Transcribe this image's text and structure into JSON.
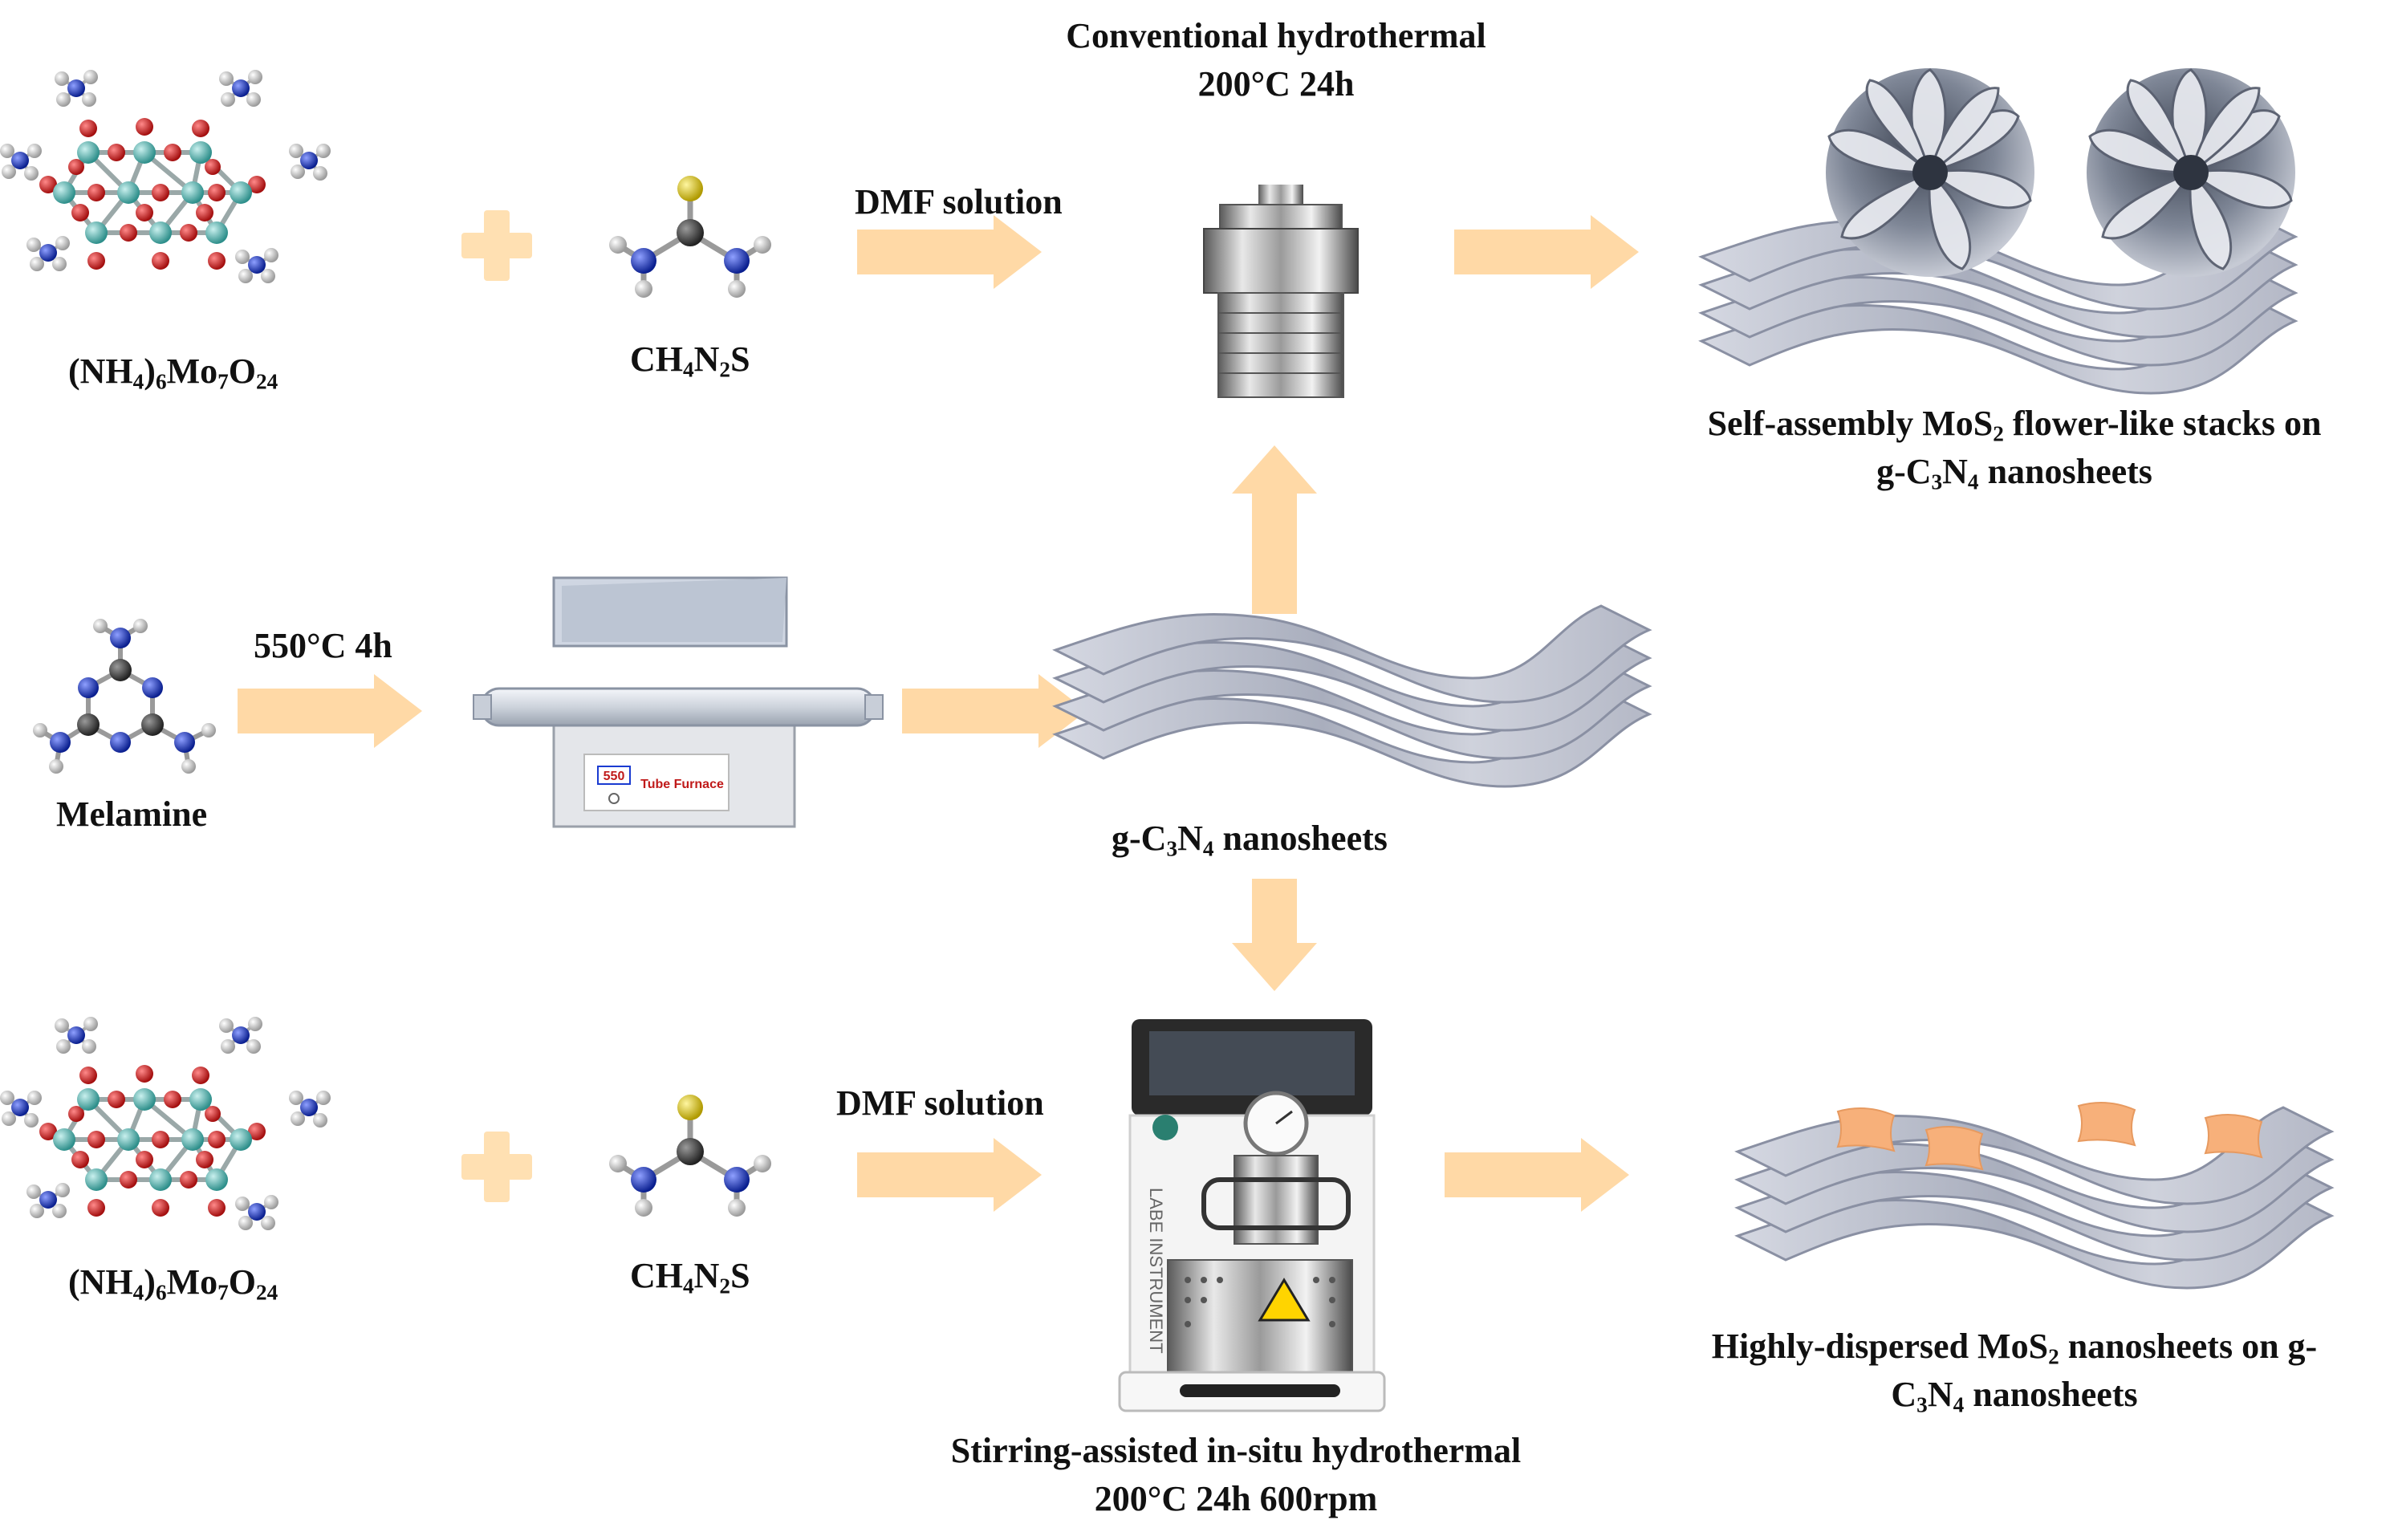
{
  "labels": {
    "hydrothermal_title_line1": "Conventional hydrothermal",
    "hydrothermal_title_line2": "200°C 24h",
    "dmf_top": "DMF solution",
    "dmf_bottom": "DMF solution",
    "calcination": "550°C 4h",
    "melamine": "Melamine",
    "amm_molybdate_top": {
      "a": "(NH",
      "b": "4",
      "c": ")",
      "d": "6",
      "e": "Mo",
      "f": "7",
      "g": "O",
      "h": "24"
    },
    "amm_molybdate_bottom": {
      "a": "(NH",
      "b": "4",
      "c": ")",
      "d": "6",
      "e": "Mo",
      "f": "7",
      "g": "O",
      "h": "24"
    },
    "thiourea_top": {
      "a": "CH",
      "b": "4",
      "c": "N",
      "d": "2",
      "e": "S"
    },
    "thiourea_bottom": {
      "a": "CH",
      "b": "4",
      "c": "N",
      "d": "2",
      "e": "S"
    },
    "gcn": {
      "a": "g-C",
      "b": "3",
      "c": "N",
      "d": "4",
      "e": " nanosheets"
    },
    "flower_result_line1": {
      "a": "Self-assembly MoS",
      "b": "2",
      "c": " flower-like stacks on"
    },
    "flower_result_line2": {
      "a": "g-C",
      "b": "3",
      "c": "N",
      "d": "4",
      "e": " nanosheets"
    },
    "dispersed_result_line1": {
      "a": "Highly-dispersed MoS",
      "b": "2",
      "c": " nanosheets  on g-"
    },
    "dispersed_result_line2": {
      "a": "C",
      "b": "3",
      "c": "N",
      "d": "4",
      "e": " nanosheets"
    },
    "stirring_line1": "Stirring-assisted in-situ hydrothermal",
    "stirring_line2": "200°C 24h 600rpm",
    "furnace_display": "550",
    "furnace_brand": "Tube Furnace",
    "reactor_brand": "LABE INSTRUMENT"
  },
  "colors": {
    "arrow": "#FFD9A6",
    "plus": "#FFE0B2",
    "sheet": "#C5C9D6",
    "sheet_edge": "#8A90A3",
    "mo_atom": "#5BB8B4",
    "o_atom": "#D81E1E",
    "n_atom": "#1432C8",
    "c_atom": "#3C3C3C",
    "s_atom": "#E6D21E",
    "h_atom": "#E0E0E0",
    "mos2_patch": "#F7B07A"
  }
}
